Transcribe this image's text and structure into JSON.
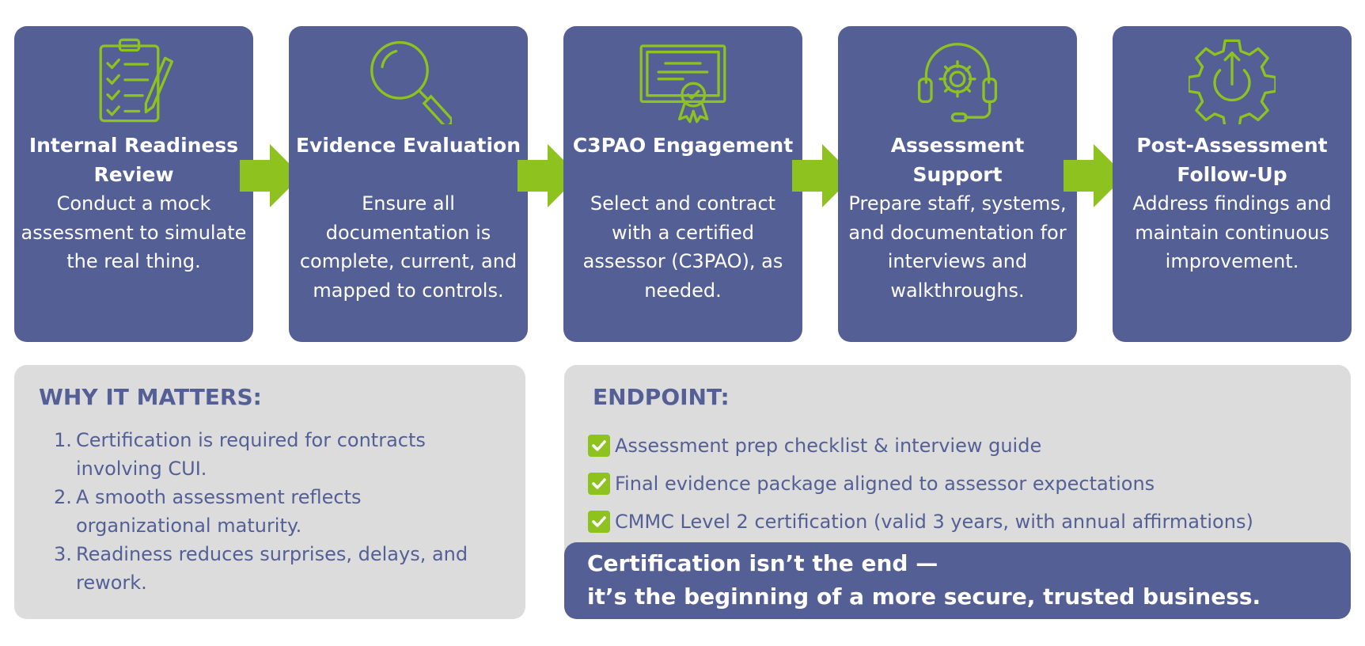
{
  "steps": [
    {
      "title": "Internal Readiness Review",
      "desc": "Conduct a mock assessment to simulate the real thing.",
      "icon": "clipboard-checklist-icon"
    },
    {
      "title": "Evidence Evaluation",
      "desc": "Ensure all documentation is complete, current, and mapped to controls.",
      "icon": "magnifying-glass-icon"
    },
    {
      "title": "C3PAO Engagement",
      "desc": "Select and contract with a certified assessor (C3PAO), as needed.",
      "icon": "certificate-icon"
    },
    {
      "title": "Assessment Support",
      "desc": "Prepare staff, systems, and documentation for interviews and walkthroughs.",
      "icon": "headset-gear-icon"
    },
    {
      "title": "Post-Assessment Follow-Up",
      "desc": "Address findings and maintain continuous improvement.",
      "icon": "gear-power-icon"
    }
  ],
  "why": {
    "heading": "WHY IT MATTERS:",
    "items": [
      {
        "num": "1.",
        "text": "Certification is required for contracts involving CUI."
      },
      {
        "num": "2.",
        "text": "A smooth assessment reflects organizational maturity."
      },
      {
        "num": "3.",
        "text": "Readiness reduces surprises, delays, and rework."
      }
    ]
  },
  "endpoint": {
    "heading": "ENDPOINT:",
    "items": [
      "Assessment prep checklist & interview guide",
      "Final evidence package aligned to assessor expectations",
      "CMMC Level 2 certification (valid 3 years, with annual affirmations)"
    ]
  },
  "banner": {
    "line1": "Certification isn’t the end —",
    "line2": "it’s the beginning of a more secure, trusted business."
  },
  "colors": {
    "primary": "#545f96",
    "accent": "#8dc21f",
    "panel": "#dcdcdc"
  }
}
